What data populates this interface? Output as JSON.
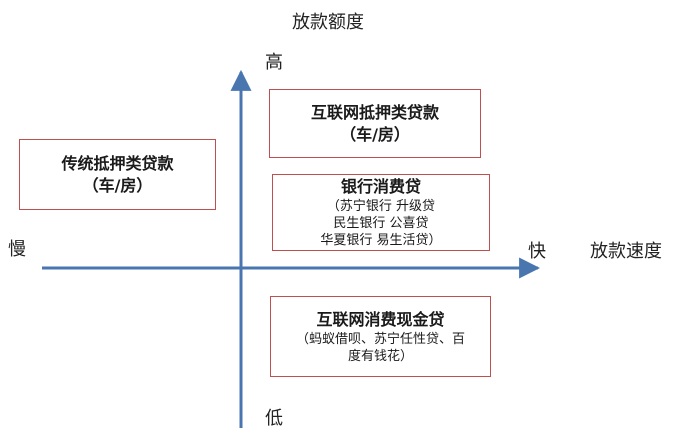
{
  "axes": {
    "y_title": "放款额度",
    "y_high": "高",
    "y_low": "低",
    "x_title": "放款速度",
    "x_slow": "慢",
    "x_fast": "快"
  },
  "boxes": {
    "traditional": {
      "title": "传统抵押类贷款",
      "sub": "（车/房）"
    },
    "internet_mortgage": {
      "title": "互联网抵押类贷款",
      "sub": "（车/房）"
    },
    "bank_consumer": {
      "title": "银行消费贷",
      "lines": [
        "（苏宁银行  升级贷",
        "民生银行  公喜贷",
        "华夏银行  易生活贷）"
      ]
    },
    "internet_cash": {
      "title": "互联网消费现金贷",
      "lines": [
        "（蚂蚁借呗、苏宁任性贷、百",
        "度有钱花）"
      ]
    }
  },
  "colors": {
    "axis": "#4a76b0",
    "box_border": "#c0504d"
  }
}
